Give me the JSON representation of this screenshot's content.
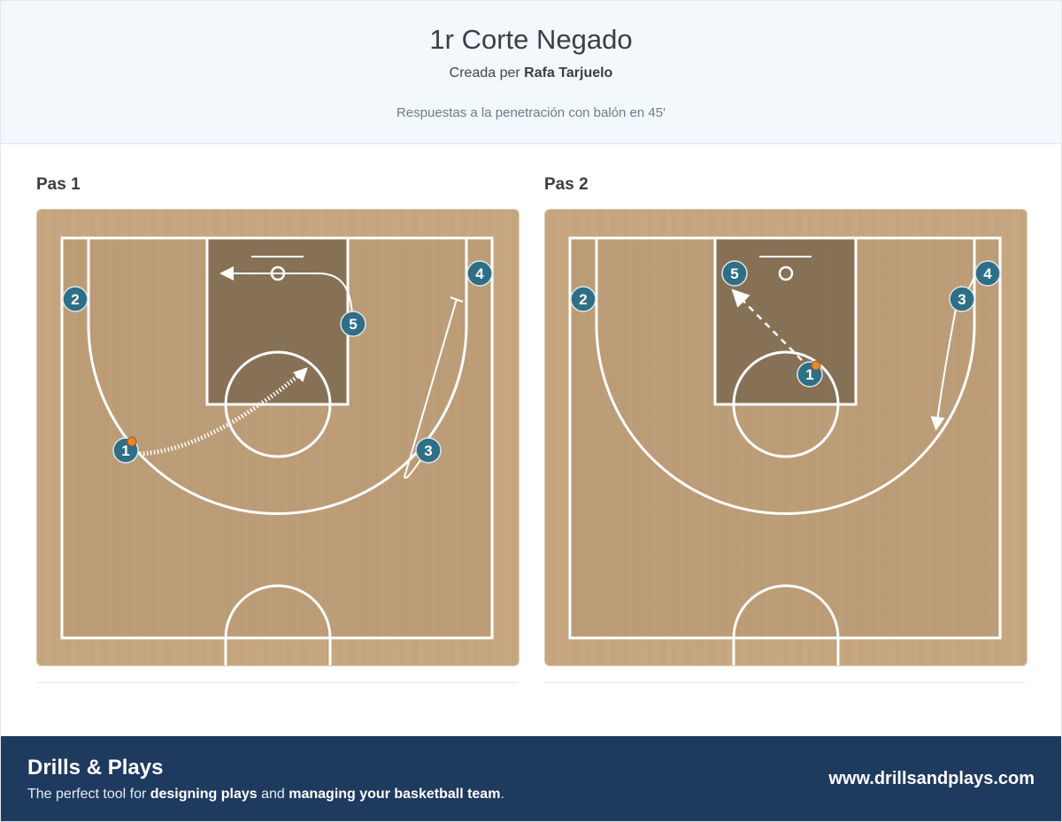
{
  "header": {
    "title": "1r Corte Negado",
    "author_prefix": "Creada per",
    "author_name": "Rafa Tarjuelo",
    "description": "Respuestas a la penetración con balón en 45'"
  },
  "steps": [
    {
      "title": "Pas 1",
      "players": [
        "1",
        "2",
        "3",
        "4",
        "5"
      ]
    },
    {
      "title": "Pas 2",
      "players": [
        "1",
        "2",
        "3",
        "4",
        "5"
      ]
    }
  ],
  "footer": {
    "brand": "Drills & Plays",
    "tagline_1": "The perfect tool for ",
    "tagline_2": "designing plays",
    "tagline_3": " and ",
    "tagline_4": "managing your basketball team",
    "tagline_5": ".",
    "website": "www.drillsandplays.com"
  },
  "colors": {
    "header_bg": "#f3f8fc",
    "footer_bg": "#1f3a5f",
    "player": "#2f6f86",
    "court": "#c6a680",
    "paint": "#7e6a50"
  }
}
